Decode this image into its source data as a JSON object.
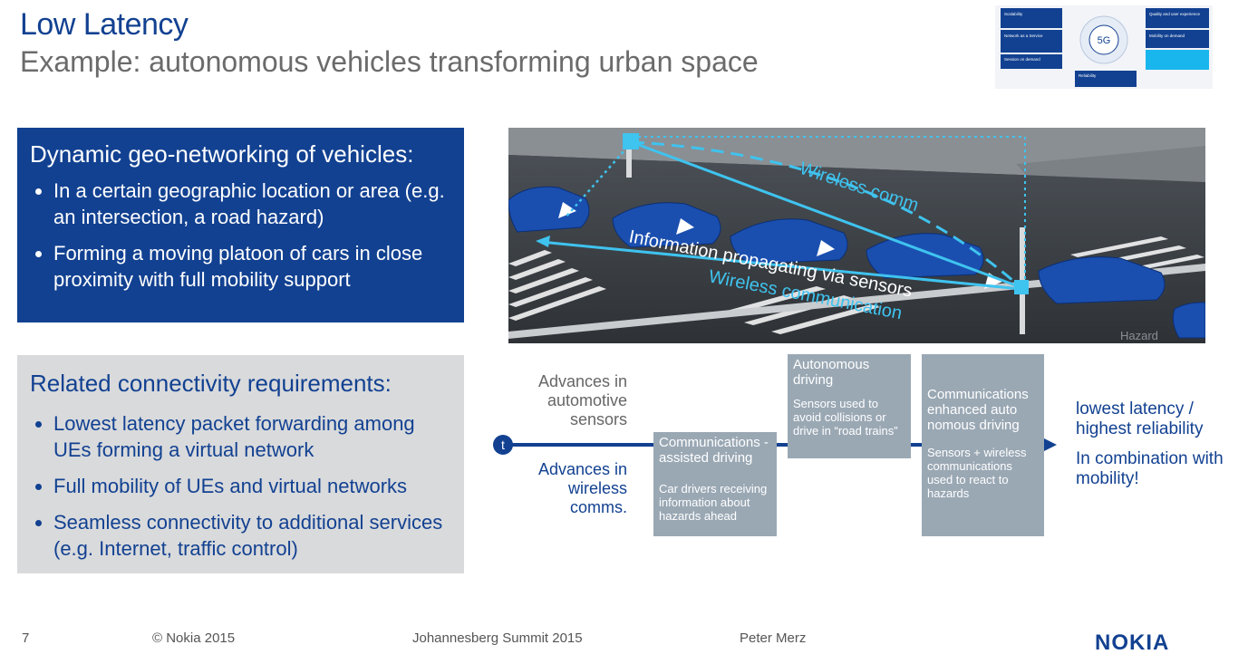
{
  "header": {
    "title": "Low Latency",
    "subtitle": "Example: autonomous vehicles transforming urban space"
  },
  "thumbnail": {
    "items": [
      "Scalability",
      "Network as a Service",
      "Session on demand",
      "Reliability",
      "Quality and user experience",
      "Mobility on demand"
    ],
    "center_label": "5G"
  },
  "box_geo": {
    "heading": "Dynamic geo-networking of vehicles:",
    "bullets": [
      "In a certain geographic location or area (e.g. an intersection, a road hazard)",
      "Forming a moving platoon of cars in close proximity with full mobility support"
    ]
  },
  "box_requirements": {
    "heading": "Related connectivity requirements:",
    "bullets": [
      "Lowest latency packet forwarding among UEs forming a virtual network",
      "Full mobility of UEs and virtual networks",
      "Seamless connectivity to additional services (e.g. Internet, traffic control)"
    ]
  },
  "scene": {
    "label_wireless_comm": "Wireless comm",
    "label_info": "Information propagating via sensors",
    "label_wireless_communication": "Wireless communication",
    "label_hazard": "Hazard"
  },
  "timeline": {
    "marker": "t",
    "advances_sensors": "Advances in automotive sensors",
    "advances_wireless": "Advances in wireless comms.",
    "stage1_title": "Communications - assisted driving",
    "stage1_body": "Car drivers receiving information about hazards ahead",
    "stage2_title": "Autonomous driving",
    "stage2_body": "Sensors used to avoid collisions or drive in “road trains”",
    "stage3_title": "Communications enhanced auto nomous driving",
    "stage3_body": "Sensors + wireless communications used to react to hazards",
    "result1": "lowest latency / highest reliability",
    "result2": "In combination with mobility!"
  },
  "footer": {
    "page": "7",
    "copyright": "© Nokia 2015",
    "event": "Johannesberg Summit 2015",
    "author": "Peter Merz",
    "logo": "NOKIA"
  },
  "colors": {
    "brand_blue": "#124191",
    "grey_box": "#d9dadc",
    "timeline_box": "#9aa8b4",
    "cyan": "#3fc3ef"
  }
}
